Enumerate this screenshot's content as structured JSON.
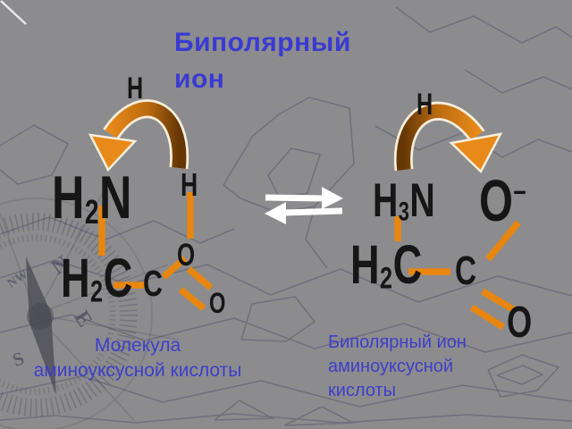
{
  "title": {
    "line1": "Биполярный",
    "line2": "ион"
  },
  "left_molecule": {
    "transfer_h": "H",
    "amine": {
      "h": "H",
      "sub": "2",
      "n": "N"
    },
    "acid_h": "H",
    "ch2": {
      "h": "H",
      "sub": "2",
      "c": "C"
    },
    "carboxyl_c": "C",
    "o_top": "O",
    "o_double": "O",
    "caption_line1": "Молекула",
    "caption_line2": "аминоуксусной кислоты"
  },
  "right_molecule": {
    "transfer_h": "H",
    "ammonium": {
      "h": "H",
      "sub": "3",
      "n": "N"
    },
    "o_minus": {
      "o": "O",
      "charge": "–"
    },
    "ch2": {
      "h": "H",
      "sub": "2",
      "c": "C"
    },
    "carboxyl_c": "C",
    "o_double": "O",
    "caption_line1": "Биполярный ион",
    "caption_line2": "аминоуксусной",
    "caption_line3": "кислоты"
  },
  "compass": {
    "north": "N",
    "northwest": "NW",
    "east": "E",
    "south": "S"
  },
  "colors": {
    "background": "#8c8c8e",
    "contour_line": "#6c6c7a",
    "title_text": "#3a3ad2",
    "caption_text": "#3e3ecb",
    "formula_text": "#161616",
    "bond_orange": "#e8860f",
    "arrow_orange": "#e8891a",
    "arrow_brown": "#653705",
    "arrow_outline": "#f6eedb",
    "equilibrium_arrow": "#ffffff"
  }
}
